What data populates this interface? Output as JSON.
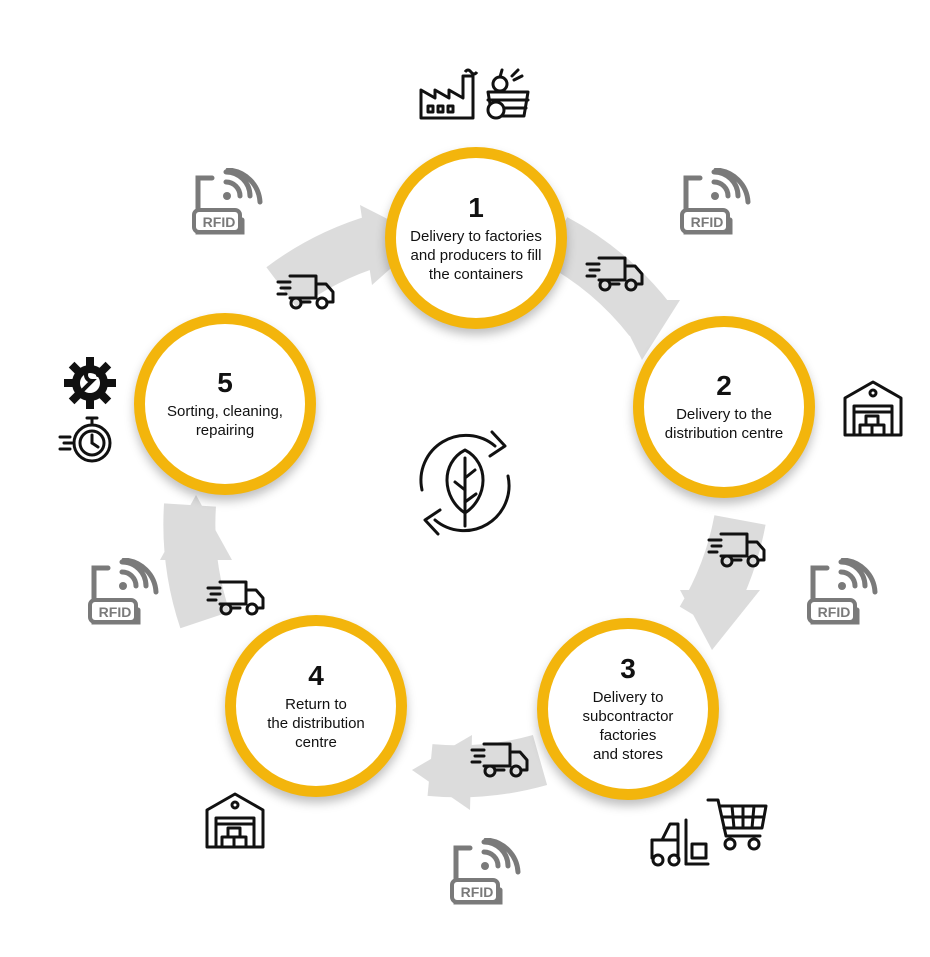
{
  "steps": [
    {
      "number": "1",
      "label": "Delivery to factories\nand producers to fill\nthe containers"
    },
    {
      "number": "2",
      "label": "Delivery to the\ndistribution centre"
    },
    {
      "number": "3",
      "label": "Delivery to\nsubcontractor\nfactories\nand stores"
    },
    {
      "number": "4",
      "label": "Return to\nthe distribution\ncentre"
    },
    {
      "number": "5",
      "label": "Sorting, cleaning,\nrepairing"
    }
  ],
  "rfid_label": "RFID",
  "colors": {
    "accent": "#f3b50c",
    "arrow": "#dcdcdc",
    "icon": "#111111",
    "rfid": "#7a7a7a"
  },
  "icons": [
    "factory-icon",
    "vegetable-basket-icon",
    "warehouse-icon",
    "forklift-icon",
    "shopping-cart-icon",
    "gear-wrench-icon",
    "stopwatch-icon",
    "delivery-truck-icon",
    "recycle-leaf-icon",
    "rfid-tag-icon"
  ]
}
